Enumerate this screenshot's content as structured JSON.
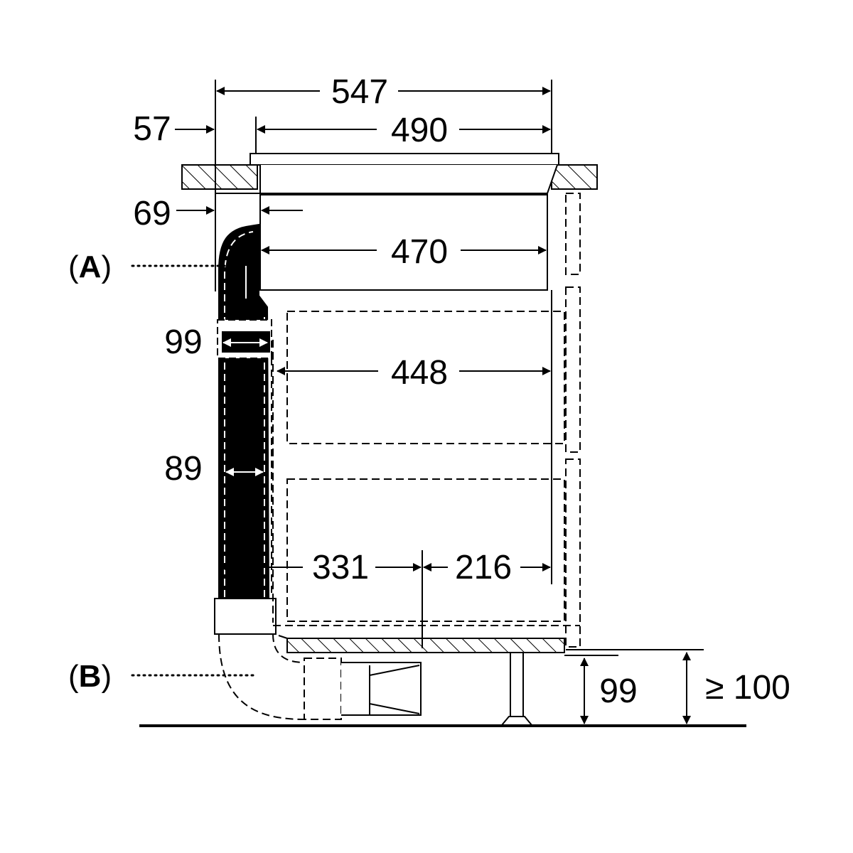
{
  "colors": {
    "line": "#000000",
    "duct_fill": "#000000",
    "background": "#ffffff"
  },
  "dimensions": {
    "top_overall": "547",
    "top_inner": "490",
    "left_offset_57": "57",
    "left_offset_69": "69",
    "unit_width": "470",
    "drawer_width": "448",
    "duct_width_upper": "99",
    "duct_width_lower": "89",
    "bottom_left": "331",
    "bottom_right": "216",
    "plinth_height": "99",
    "min_height": "≥ 100"
  },
  "callouts": {
    "a": {
      "open": "(",
      "letter": "A",
      "close": ")"
    },
    "b": {
      "open": "(",
      "letter": "B",
      "close": ")"
    }
  }
}
